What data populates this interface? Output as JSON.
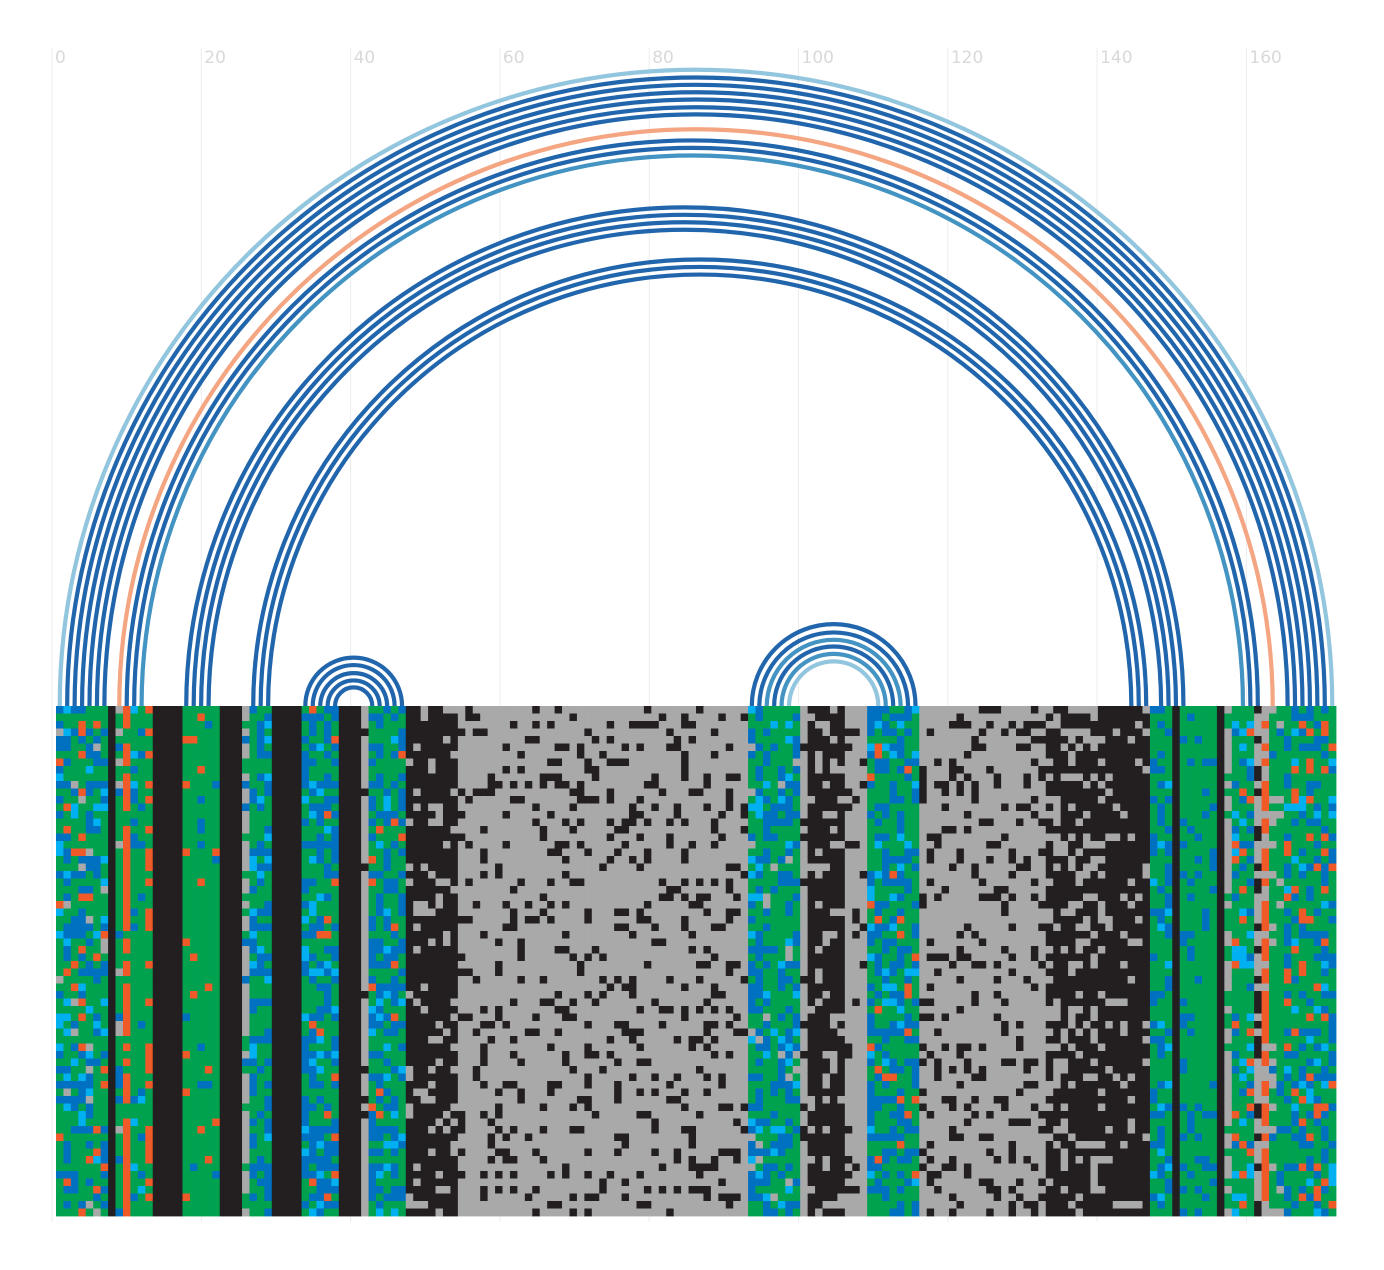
{
  "chart_data": {
    "type": "arc-diagram",
    "x_axis": {
      "range": [
        0,
        172
      ],
      "tick_values": [
        0,
        20,
        40,
        60,
        80,
        100,
        120,
        140,
        160
      ],
      "tick_labels": [
        "0",
        "20",
        "40",
        "60",
        "80",
        "100",
        "120",
        "140",
        "160"
      ],
      "grid": true
    },
    "colors": {
      "arc_dark": "#2166ac",
      "arc_mid": "#4393c3",
      "arc_light": "#92c5de",
      "arc_salmon": "#f4a582",
      "green": "#00a24f",
      "blue": "#0070c0",
      "cyan": "#00b0f0",
      "orange": "#f05a28",
      "black": "#231f20",
      "gray": "#a9a9a9",
      "white": "#ffffff"
    },
    "arcs": [
      {
        "start": 1,
        "end": 172,
        "color": "arc_light"
      },
      {
        "start": 2,
        "end": 171,
        "color": "arc_dark"
      },
      {
        "start": 3,
        "end": 170,
        "color": "arc_dark"
      },
      {
        "start": 4,
        "end": 169,
        "color": "arc_dark"
      },
      {
        "start": 5,
        "end": 168,
        "color": "arc_dark"
      },
      {
        "start": 6,
        "end": 167,
        "color": "arc_dark"
      },
      {
        "start": 7,
        "end": 166,
        "color": "arc_dark"
      },
      {
        "start": 9,
        "end": 164,
        "color": "arc_salmon"
      },
      {
        "start": 10,
        "end": 162,
        "color": "arc_dark"
      },
      {
        "start": 11,
        "end": 161,
        "color": "arc_dark"
      },
      {
        "start": 12,
        "end": 160,
        "color": "arc_mid"
      },
      {
        "start": 18,
        "end": 152,
        "color": "arc_dark"
      },
      {
        "start": 19,
        "end": 151,
        "color": "arc_dark"
      },
      {
        "start": 20,
        "end": 150,
        "color": "arc_dark"
      },
      {
        "start": 21,
        "end": 149,
        "color": "arc_dark"
      },
      {
        "start": 27,
        "end": 147,
        "color": "arc_dark"
      },
      {
        "start": 28,
        "end": 146,
        "color": "arc_dark"
      },
      {
        "start": 29,
        "end": 145,
        "color": "arc_dark"
      },
      {
        "start": 34,
        "end": 47,
        "color": "arc_dark"
      },
      {
        "start": 35,
        "end": 46,
        "color": "arc_dark"
      },
      {
        "start": 36,
        "end": 45,
        "color": "arc_dark"
      },
      {
        "start": 37,
        "end": 44,
        "color": "arc_dark"
      },
      {
        "start": 38,
        "end": 43,
        "color": "arc_dark"
      },
      {
        "start": 94,
        "end": 116,
        "color": "arc_dark"
      },
      {
        "start": 95,
        "end": 115,
        "color": "arc_dark"
      },
      {
        "start": 96,
        "end": 114,
        "color": "arc_mid"
      },
      {
        "start": 97,
        "end": 113,
        "color": "arc_dark"
      },
      {
        "start": 98,
        "end": 112,
        "color": "arc_mid"
      },
      {
        "start": 99,
        "end": 111,
        "color": "arc_light"
      }
    ],
    "alignment": {
      "rows": 68,
      "columns": 172,
      "column_profile": [
        {
          "from": 0,
          "to": 7,
          "mix": {
            "green": 0.55,
            "blue": 0.25,
            "cyan": 0.08,
            "orange": 0.08,
            "gray": 0.04
          }
        },
        {
          "from": 7,
          "to": 8,
          "mix": {
            "black": 1
          }
        },
        {
          "from": 8,
          "to": 9,
          "mix": {
            "green": 0.8,
            "gray": 0.1,
            "blue": 0.1
          }
        },
        {
          "from": 9,
          "to": 10,
          "mix": {
            "orange": 0.8,
            "green": 0.2
          }
        },
        {
          "from": 10,
          "to": 12,
          "mix": {
            "green": 0.75,
            "blue": 0.15,
            "cyan": 0.1
          }
        },
        {
          "from": 12,
          "to": 13,
          "mix": {
            "orange": 0.35,
            "green": 0.65
          }
        },
        {
          "from": 13,
          "to": 17,
          "mix": {
            "black": 1
          }
        },
        {
          "from": 17,
          "to": 22,
          "mix": {
            "green": 0.9,
            "orange": 0.05,
            "blue": 0.05
          }
        },
        {
          "from": 22,
          "to": 25,
          "mix": {
            "black": 1
          }
        },
        {
          "from": 25,
          "to": 26,
          "mix": {
            "gray": 0.7,
            "green": 0.2,
            "blue": 0.1
          }
        },
        {
          "from": 26,
          "to": 29,
          "mix": {
            "green": 0.55,
            "blue": 0.35,
            "cyan": 0.1
          }
        },
        {
          "from": 29,
          "to": 33,
          "mix": {
            "black": 1
          }
        },
        {
          "from": 33,
          "to": 38,
          "mix": {
            "green": 0.5,
            "blue": 0.4,
            "orange": 0.05,
            "cyan": 0.05
          }
        },
        {
          "from": 38,
          "to": 41,
          "mix": {
            "black": 1
          }
        },
        {
          "from": 41,
          "to": 42,
          "mix": {
            "gray": 0.85,
            "black": 0.15
          }
        },
        {
          "from": 42,
          "to": 47,
          "mix": {
            "green": 0.5,
            "blue": 0.4,
            "cyan": 0.05,
            "orange": 0.05
          }
        },
        {
          "from": 47,
          "to": 54,
          "mix": {
            "black": 0.85,
            "gray": 0.15
          }
        },
        {
          "from": 54,
          "to": 93,
          "mix": {
            "gray": 0.82,
            "black": 0.18
          }
        },
        {
          "from": 93,
          "to": 100,
          "mix": {
            "green": 0.5,
            "blue": 0.35,
            "cyan": 0.08,
            "gray": 0.07
          }
        },
        {
          "from": 100,
          "to": 101,
          "mix": {
            "gray": 0.8,
            "black": 0.2
          }
        },
        {
          "from": 101,
          "to": 106,
          "mix": {
            "black": 0.8,
            "gray": 0.2
          }
        },
        {
          "from": 106,
          "to": 109,
          "mix": {
            "gray": 0.85,
            "black": 0.15
          }
        },
        {
          "from": 109,
          "to": 116,
          "mix": {
            "green": 0.55,
            "blue": 0.35,
            "orange": 0.05,
            "cyan": 0.05
          }
        },
        {
          "from": 116,
          "to": 133,
          "mix": {
            "gray": 0.8,
            "black": 0.2
          }
        },
        {
          "from": 133,
          "to": 141,
          "mix": {
            "black": 0.7,
            "gray": 0.3
          }
        },
        {
          "from": 141,
          "to": 147,
          "mix": {
            "black": 0.85,
            "gray": 0.15
          }
        },
        {
          "from": 147,
          "to": 150,
          "mix": {
            "green": 0.6,
            "blue": 0.3,
            "cyan": 0.1
          }
        },
        {
          "from": 150,
          "to": 151,
          "mix": {
            "black": 1
          }
        },
        {
          "from": 151,
          "to": 156,
          "mix": {
            "green": 0.85,
            "blue": 0.15
          }
        },
        {
          "from": 156,
          "to": 157,
          "mix": {
            "black": 1
          }
        },
        {
          "from": 157,
          "to": 158,
          "mix": {
            "gray": 0.7,
            "green": 0.3
          }
        },
        {
          "from": 158,
          "to": 161,
          "mix": {
            "green": 0.6,
            "blue": 0.2,
            "orange": 0.1,
            "cyan": 0.1
          }
        },
        {
          "from": 161,
          "to": 162,
          "mix": {
            "black": 0.4,
            "gray": 0.6
          }
        },
        {
          "from": 162,
          "to": 163,
          "mix": {
            "orange": 0.6,
            "gray": 0.4
          }
        },
        {
          "from": 163,
          "to": 165,
          "mix": {
            "green": 0.7,
            "gray": 0.2,
            "blue": 0.1
          }
        },
        {
          "from": 165,
          "to": 172,
          "mix": {
            "green": 0.55,
            "blue": 0.25,
            "orange": 0.1,
            "cyan": 0.1
          }
        }
      ]
    }
  }
}
